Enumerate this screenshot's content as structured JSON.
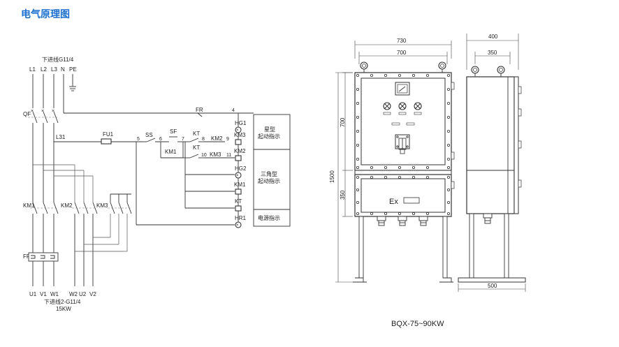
{
  "title": "电气原理图",
  "model_caption": "BQX-75~90KW",
  "schematic": {
    "incoming": "下进线G11/4",
    "phases": [
      "L1",
      "L2",
      "L3",
      "N",
      "PE"
    ],
    "qf": "QF",
    "fr_top": "FR",
    "node_4": "4",
    "l31": "L31",
    "fu1": "FU1",
    "ss": "SS",
    "sf": "SF",
    "kt1": "KT",
    "km1_contact": "KM1",
    "kt2": "KT",
    "km2_contact": "KM2",
    "km3_contact": "KM3",
    "nodes": {
      "n5": "5",
      "n6": "6",
      "n7": "7",
      "n8": "8",
      "n9": "9",
      "n10": "10",
      "n11": "11"
    },
    "coils": {
      "hg1": "HG1",
      "km3": "KM3",
      "km2": "KM2",
      "hg2": "HG2",
      "km1": "KM1",
      "kt": "KT",
      "hr1": "HR1"
    },
    "legend": {
      "star": [
        "星型",
        "起动指示"
      ],
      "delta": [
        "三角型",
        "起动指示"
      ],
      "power": "电源指示"
    },
    "contactors": {
      "km1": "KM1",
      "km2": "KM2",
      "km3": "KM3"
    },
    "fr_bottom": "FR",
    "outputs": [
      "U1",
      "V1",
      "W1",
      "W2",
      "U2",
      "V2"
    ],
    "outgoing": "下进线2-G11/4",
    "power": "15KW"
  },
  "drawing": {
    "dims": {
      "front_outer": "730",
      "front_inner": "700",
      "side_top": "400",
      "side_inner": "350",
      "height_upper": "700",
      "height_total": "1500",
      "height_lower": "350",
      "side_base": "500"
    },
    "ex_label": "Ex"
  }
}
